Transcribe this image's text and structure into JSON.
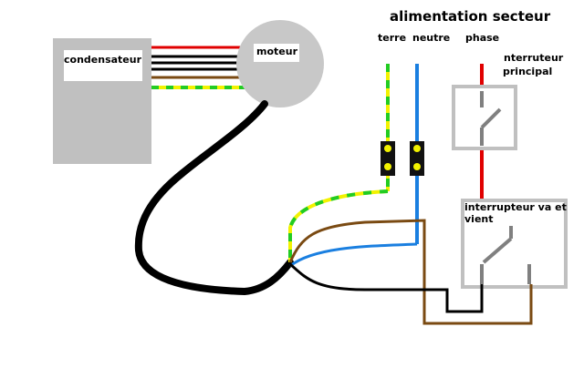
{
  "title": "alimentation secteur",
  "labels": {
    "terre": "terre",
    "neutre": "neutre",
    "phase": "phase",
    "interrupteur_principal_line1": "nterruteur",
    "interrupteur_principal_line2": "principal",
    "condensateur": "condensateur",
    "moteur": "moteur",
    "interrupteur_va_et_vient": "interrupteur va et vient"
  },
  "colors": {
    "phase": "#e00000",
    "neutre": "#1a7fe0",
    "terre_yellow": "#f2f200",
    "terre_green": "#22cc22",
    "marron": "#7a4a12",
    "noir": "#000000",
    "boitier": "#c0c0c0",
    "borne": "#111111"
  }
}
